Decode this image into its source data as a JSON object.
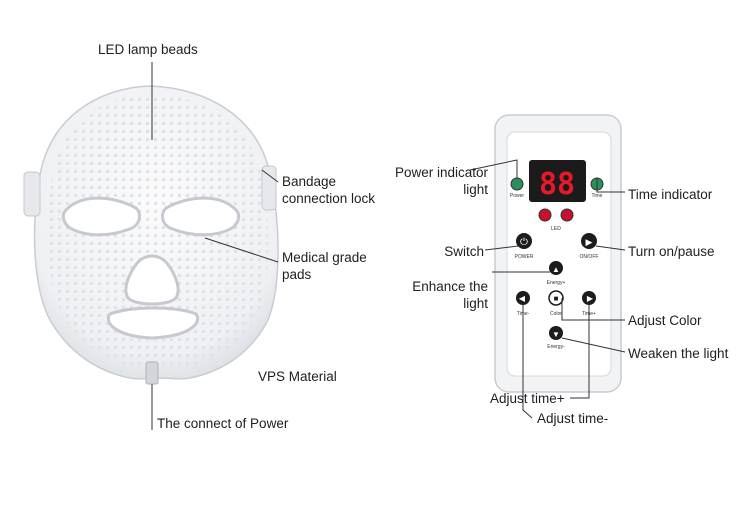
{
  "mask_labels": {
    "led_beads": "LED lamp beads",
    "bandage_lock": [
      "Bandage",
      "connection lock"
    ],
    "medical_pads": [
      "Medical grade",
      "pads"
    ],
    "vps_material": "VPS Material",
    "power_connect": "The connect of Power"
  },
  "remote_labels": {
    "power_indicator": [
      "Power indicator",
      "light"
    ],
    "time_indicator": "Time indicator",
    "switch": "Switch",
    "turn_on_pause": "Turn on/pause",
    "enhance": [
      "Enhance the",
      "light"
    ],
    "adjust_color": "Adjust Color",
    "weaken": "Weaken the light",
    "adjust_time_plus": "Adjust time+",
    "adjust_time_minus": "Adjust time-"
  },
  "remote_print": {
    "display": "88",
    "power": "Power",
    "time": "Time",
    "led": "LED",
    "power_btn": "POWER",
    "onoff_btn": "ON/OFF",
    "energy_plus": "Energy+",
    "energy_minus": "Energy-",
    "time_minus": "Time-",
    "time_plus": "Time+",
    "color": "Color"
  },
  "colors": {
    "indicator_green": "#2a8f5a",
    "led_red": "#c8102e",
    "display_red": "#e8182a",
    "mask_white": "#f4f5f7"
  }
}
